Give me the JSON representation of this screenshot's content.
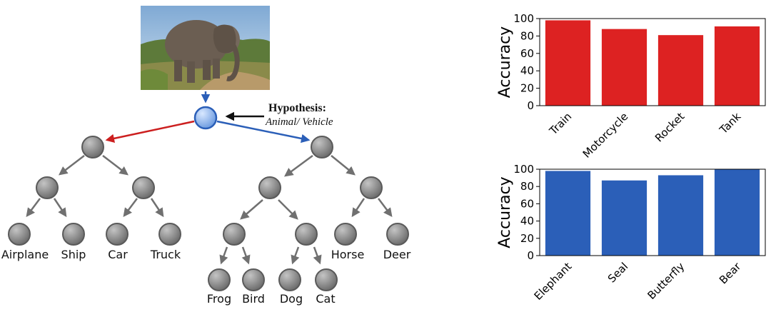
{
  "hypothesis": {
    "title": "Hypothesis:",
    "subtitle": "Animal/ Vehicle"
  },
  "tree": {
    "leaves": [
      "Airplane",
      "Ship",
      "Car",
      "Truck",
      "Frog",
      "Bird",
      "Dog",
      "Cat",
      "Horse",
      "Deer"
    ]
  },
  "colors": {
    "vehicle": "#dd2222",
    "animal": "#2b5fb8",
    "node_gray": "#8a8a8a"
  },
  "chart_data": [
    {
      "type": "bar",
      "categories": [
        "Train",
        "Motorcycle",
        "Rocket",
        "Tank"
      ],
      "values": [
        98,
        88,
        81,
        91
      ],
      "ylabel": "Accuracy",
      "ylim": [
        0,
        100
      ],
      "yticks": [
        0,
        20,
        40,
        60,
        80,
        100
      ],
      "color": "#dd2222"
    },
    {
      "type": "bar",
      "categories": [
        "Elephant",
        "Seal",
        "Butterfly",
        "Bear"
      ],
      "values": [
        98,
        87,
        93,
        100
      ],
      "ylabel": "Accuracy",
      "ylim": [
        0,
        100
      ],
      "yticks": [
        0,
        20,
        40,
        60,
        80,
        100
      ],
      "color": "#2b5fb8"
    }
  ]
}
